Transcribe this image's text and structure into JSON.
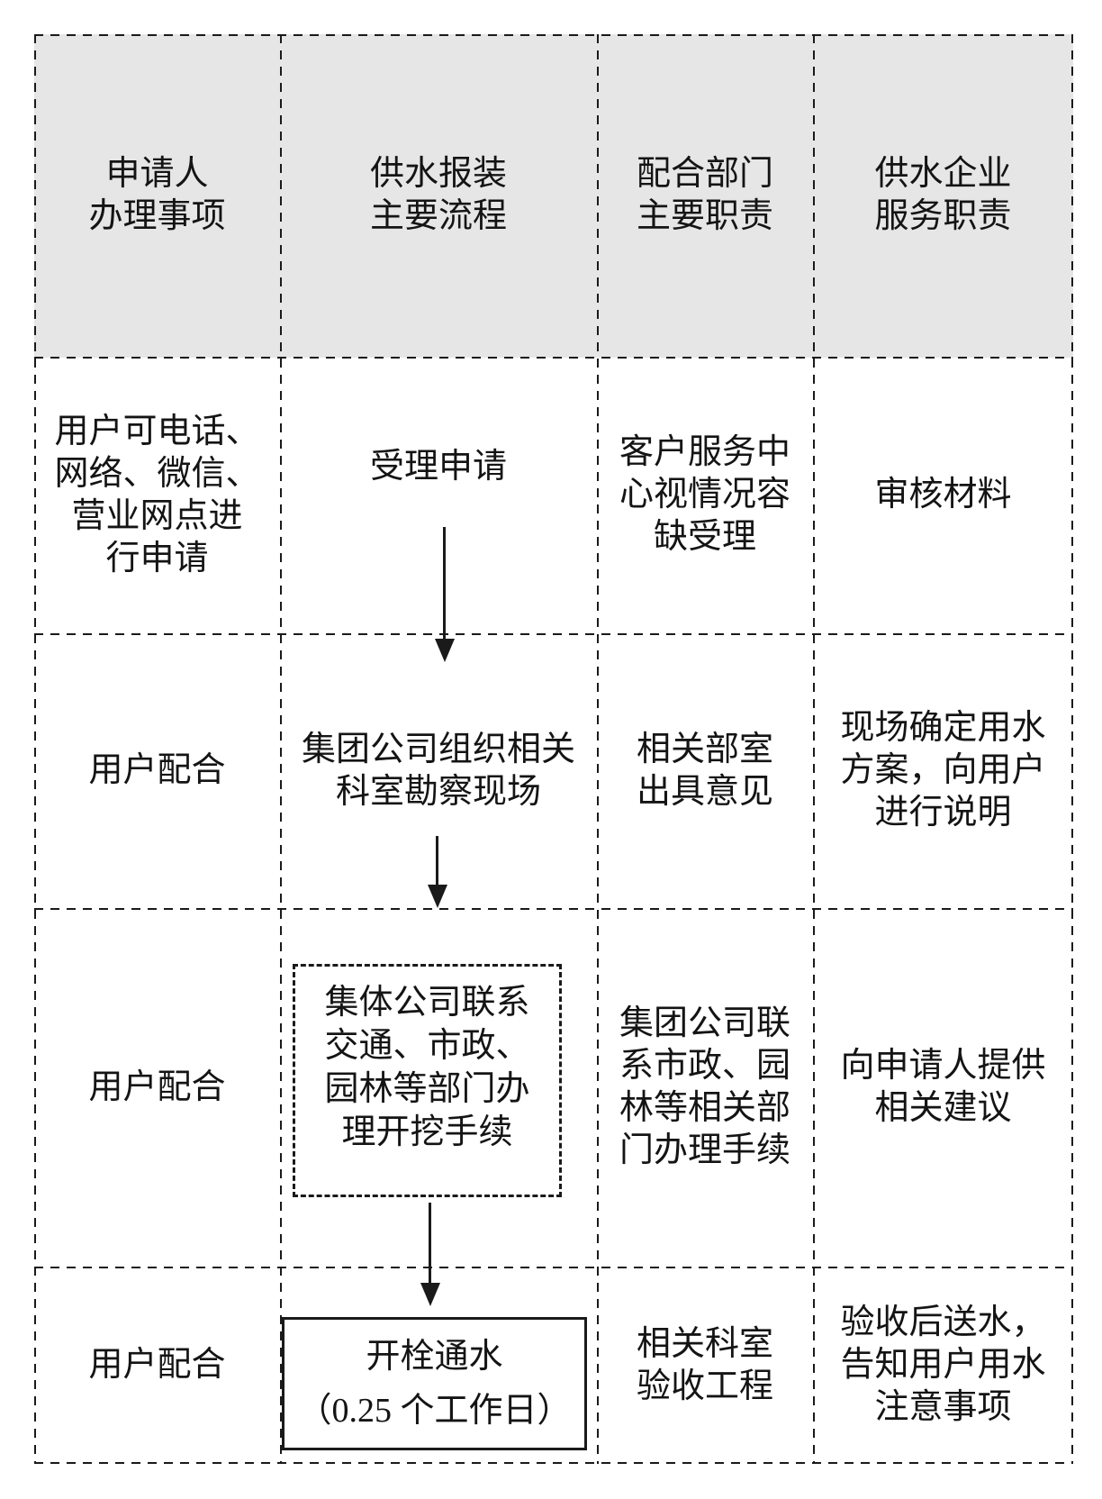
{
  "table": {
    "headers": {
      "applicant": "申请人\n办理事项",
      "process": "供水报装\n主要流程",
      "department": "配合部门\n主要职责",
      "enterprise": "供水企业\n服务职责"
    },
    "rows": [
      {
        "applicant": "用户可电话、\n网络、微信、\n营业网点进\n行申请",
        "process": "受理申请",
        "department": "客户服务中\n心视情况容\n缺受理",
        "enterprise": "审核材料"
      },
      {
        "applicant": "用户配合",
        "process": "集团公司组织相关\n科室勘察现场",
        "department": "相关部室\n出具意见",
        "enterprise": "现场确定用水\n方案，向用户\n进行说明"
      },
      {
        "applicant": "用户配合",
        "process_box": "集体公司联系\n交通、市政、\n园林等部门办\n理开挖手续",
        "department": "集团公司联\n系市政、园\n林等相关部\n门办理手续",
        "enterprise": "向申请人提供\n相关建议"
      },
      {
        "applicant": "用户配合",
        "process_box": "开栓通水\n（0.25 个工作日）",
        "department": "相关科室\n验收工程",
        "enterprise": "验收后送水，\n告知用户用水\n注意事项"
      }
    ]
  },
  "colors": {
    "header_bg": "#e6e6e6",
    "line": "#1a1a1a",
    "text": "#141414"
  }
}
